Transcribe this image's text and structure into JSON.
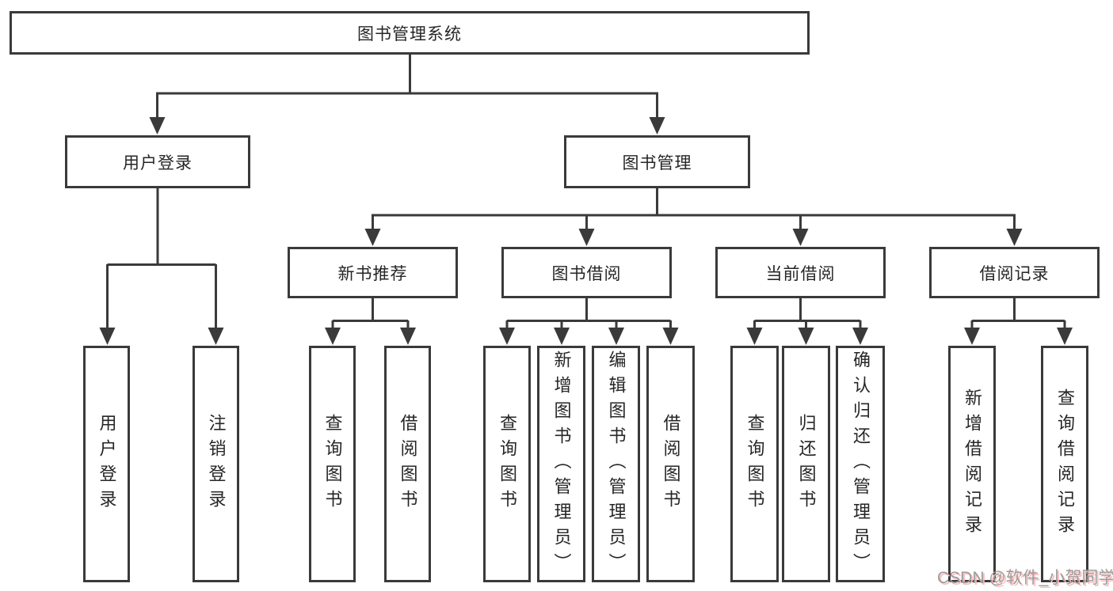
{
  "diagram": {
    "root": {
      "label": "图书管理系统"
    },
    "level2": [
      {
        "label": "用户登录"
      },
      {
        "label": "图书管理"
      }
    ],
    "level3": [
      {
        "label": "新书推荐"
      },
      {
        "label": "图书借阅"
      },
      {
        "label": "当前借阅"
      },
      {
        "label": "借阅记录"
      }
    ],
    "leaves": {
      "user_login": [
        "用户登录",
        "注销登录"
      ],
      "new_book_recommendation": [
        "查询图书",
        "借阅图书"
      ],
      "book_borrowing": [
        "查询图书",
        "新增图书（管理员）",
        "编辑图书（管理员）",
        "借阅图书"
      ],
      "current_borrowing": [
        "查询图书",
        "归还图书",
        "确认归还（管理员）"
      ],
      "borrowing_records": [
        "新增借阅记录",
        "查询借阅记录"
      ]
    },
    "colors": {
      "line": "#3a3a3a",
      "box_border": "#3a3a3a",
      "box_fill": "#ffffff",
      "text": "#262626",
      "background": "#ffffff"
    }
  },
  "watermark": {
    "text": "CSDN @软件_小贺同学",
    "color": "#9c9c9c",
    "shadow_color": "#ffb9b9"
  }
}
